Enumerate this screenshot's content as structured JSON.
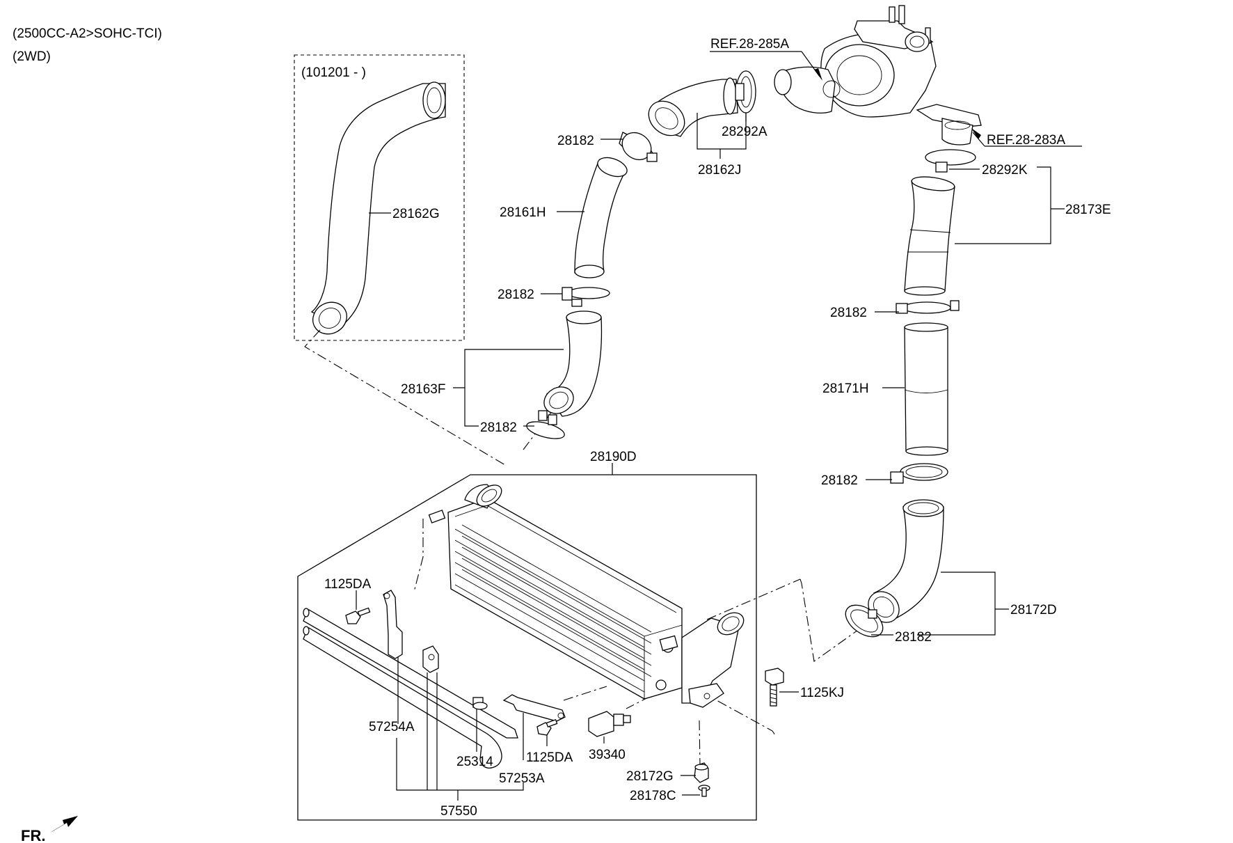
{
  "header": {
    "engine": "(2500CC-A2>SOHC-TCI)",
    "drive": "(2WD)"
  },
  "option_box": {
    "date_range": "(101201 - )"
  },
  "orientation": {
    "label": "FR."
  },
  "references": {
    "ref_285a": "REF.28-285A",
    "ref_283a": "REF.28-283A"
  },
  "parts": {
    "p28162G": "28162G",
    "p28182_a": "28182",
    "p28292A": "28292A",
    "p28162J": "28162J",
    "p28161H": "28161H",
    "p28182_b": "28182",
    "p28163F": "28163F",
    "p28182_c": "28182",
    "p28190D": "28190D",
    "p28292K": "28292K",
    "p28173E": "28173E",
    "p28182_d": "28182",
    "p28171H": "28171H",
    "p28182_e": "28182",
    "p28172D": "28172D",
    "p28182_f": "28182",
    "p1125KJ": "1125KJ",
    "p1125DA_a": "1125DA",
    "p57254A": "57254A",
    "p25314": "25314",
    "p1125DA_b": "1125DA",
    "p57253A": "57253A",
    "p39340": "39340",
    "p28172G": "28172G",
    "p28178C": "28178C",
    "p57550": "57550"
  }
}
